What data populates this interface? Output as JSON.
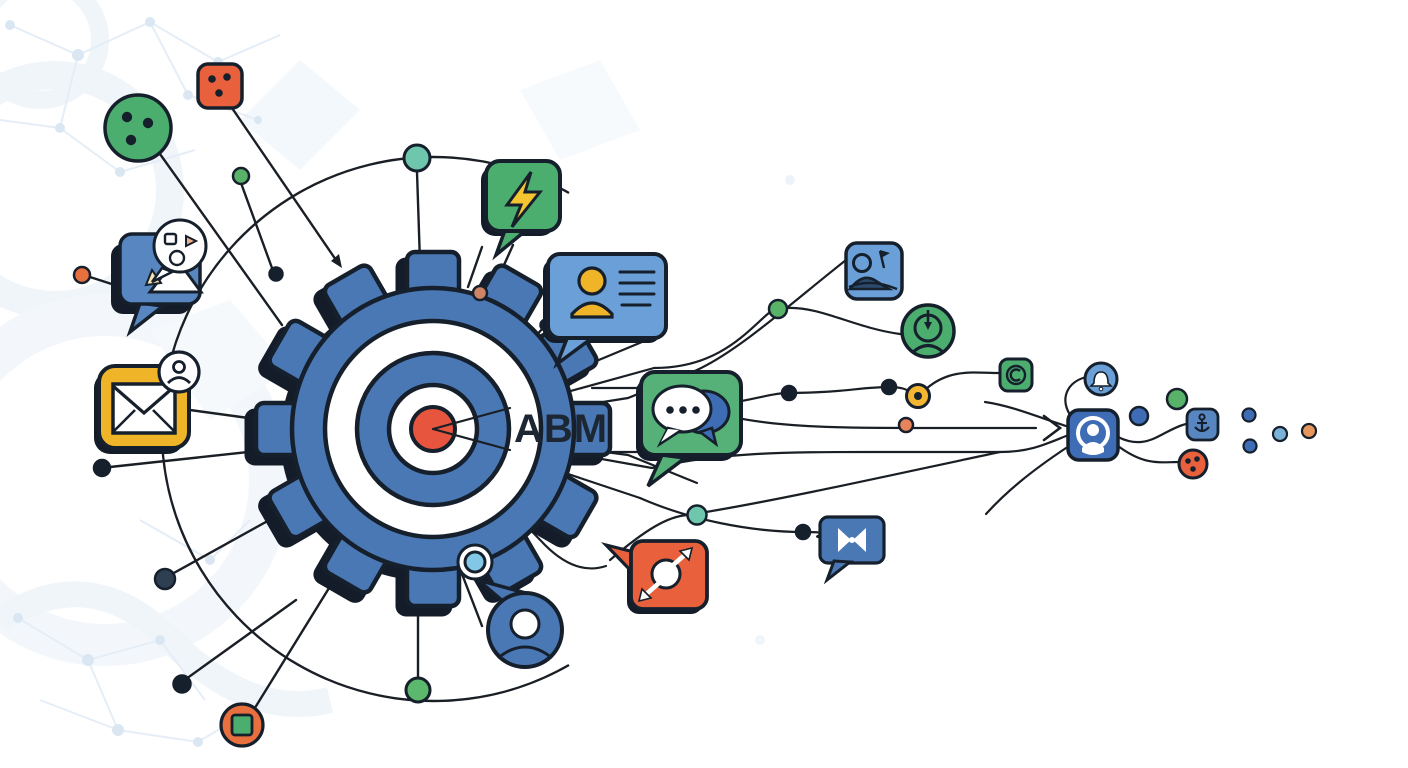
{
  "center": {
    "label": "ABM",
    "meaning": "Account-Based Marketing hub: gear with bullseye target",
    "gear_color": "#4a78b5",
    "bullseye_color": "#e8553f",
    "label_color": "#1d2733"
  },
  "colors": {
    "ink_outline": "#16202c",
    "blue": "#4a78b5",
    "light_blue": "#6b9fd8",
    "deep_blue": "#3f6db5",
    "green": "#4cae6e",
    "light_green": "#58b368",
    "teal": "#6ec6ad",
    "sky": "#82c8e6",
    "orange": "#e8603c",
    "salmon": "#e8845c",
    "yellow": "#f0b429",
    "background_mesh": "#d4e3f2"
  },
  "icons": [
    {
      "name": "three-dot-red-square",
      "shape": "rounded square with 3 dots",
      "color": "#e8603c"
    },
    {
      "name": "three-dot-green-circle",
      "shape": "circle with 3 dots",
      "color": "#4cae6e"
    },
    {
      "name": "paper-plane-chat-bubble",
      "shape": "blue speech bubble with paper plane and thought cloud",
      "color": "#5886c0"
    },
    {
      "name": "email-contact-badge",
      "shape": "yellow envelope tile with person badge",
      "color": "#f0b429"
    },
    {
      "name": "lightning-chat-bubble",
      "shape": "green speech bubble with lightning bolt",
      "color": "#4cae6e"
    },
    {
      "name": "contact-card-chat-bubble",
      "shape": "blue speech bubble with person and text lines",
      "color": "#6b9fd8"
    },
    {
      "name": "chat-conversation-bubble",
      "shape": "green speech bubble with two chat balloons and ellipsis",
      "color": "#55b178"
    },
    {
      "name": "sync-arrows-chat-bubble",
      "shape": "orange speech bubble with two-way arrows",
      "color": "#e8603c"
    },
    {
      "name": "video-meeting-chat-bubble",
      "shape": "blue speech bubble with bowtie play glyph",
      "color": "#4a78b5"
    },
    {
      "name": "person-flag-tile",
      "shape": "blue tile with explorer and flag",
      "color": "#6b9fd8"
    },
    {
      "name": "person-target-circle",
      "shape": "green circle with person and down arrow",
      "color": "#4cae6e"
    },
    {
      "name": "copyright-tile",
      "shape": "green tile with copyright mark",
      "color": "#4cae6e"
    },
    {
      "name": "target-node-yellow",
      "shape": "yellow ring node with dot",
      "color": "#f0b429"
    },
    {
      "name": "notification-bell-node",
      "shape": "blue circle with bell",
      "color": "#6b9fd8"
    },
    {
      "name": "account-avatar-tile",
      "shape": "blue tile with avatar in ring",
      "color": "#3f6db5"
    },
    {
      "name": "anchor-tile",
      "shape": "blue tile with anchor",
      "color": "#5886c0"
    },
    {
      "name": "three-dot-red-circle",
      "shape": "red circle with 3 dots",
      "color": "#e8603c"
    },
    {
      "name": "green-square-orange-circle",
      "shape": "orange circle with green square",
      "color": "#e8603c"
    },
    {
      "name": "avatar-speech-circle",
      "shape": "blue circular avatar with bubble tail",
      "color": "#4a78b5"
    },
    {
      "name": "orbit-node-teal-top",
      "shape": "teal node on orbit ring",
      "color": "#6ec6ad"
    },
    {
      "name": "orbit-node-green-bottom",
      "shape": "green node on orbit ring",
      "color": "#5cb86d"
    },
    {
      "name": "trailing-dots",
      "shape": "scatter of small account dots",
      "color": "#3f6db5"
    }
  ]
}
